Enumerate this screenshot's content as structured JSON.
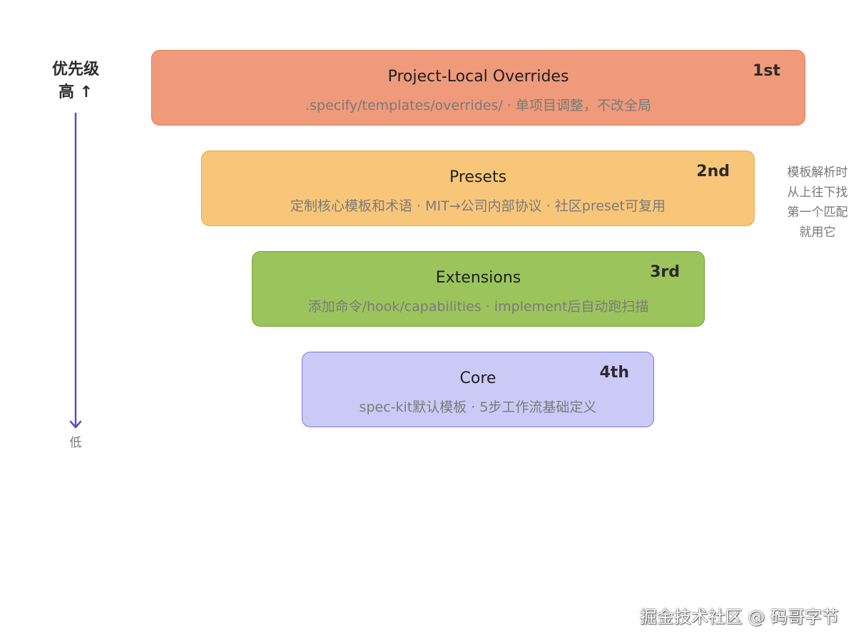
{
  "axis": {
    "top_label_line1": "优先级",
    "top_label_line2": "高 ↑",
    "bottom_label": "低",
    "line_color": "#5b4fc4"
  },
  "layers": [
    {
      "title": "Project-Local Overrides",
      "description": ".specify/templates/overrides/ · 单项目调整，不改全局",
      "rank": "1st",
      "fill_color": "#ef9a7a"
    },
    {
      "title": "Presets",
      "description": "定制核心模板和术语 · MIT→公司内部协议 · 社区preset可复用",
      "rank": "2nd",
      "fill_color": "#f8c679"
    },
    {
      "title": "Extensions",
      "description": "添加命令/hook/capabilities · implement后自动跑扫描",
      "rank": "3rd",
      "fill_color": "#9bc55c"
    },
    {
      "title": "Core",
      "description": "spec-kit默认模板 · 5步工作流基础定义",
      "rank": "4th",
      "fill_color": "#cbcaf6"
    }
  ],
  "side_note": {
    "line1": "模板解析时",
    "line2": "从上往下找",
    "line3": "第一个匹配",
    "line4": "就用它"
  },
  "watermark": "掘金技术社区 @ 码哥字节"
}
